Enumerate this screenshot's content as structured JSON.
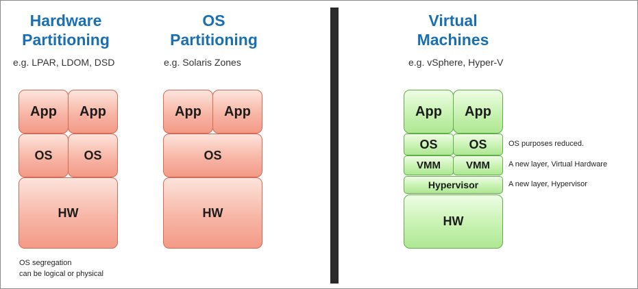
{
  "hardware": {
    "title_line1": "Hardware",
    "title_line2": "Partitioning",
    "subtitle": "e.g. LPAR, LDOM, DSD",
    "app_left": "App",
    "app_right": "App",
    "os_left": "OS",
    "os_right": "OS",
    "hw": "HW",
    "note_line1": "OS segregation",
    "note_line2": "can be logical or physical"
  },
  "os_part": {
    "title_line1": "OS",
    "title_line2": "Partitioning",
    "subtitle": "e.g. Solaris Zones",
    "app_left": "App",
    "app_right": "App",
    "os": "OS",
    "hw": "HW"
  },
  "vm": {
    "title_line1": "Virtual",
    "title_line2": "Machines",
    "subtitle": "e.g. vSphere, Hyper-V",
    "app_left": "App",
    "app_right": "App",
    "os_left": "OS",
    "os_right": "OS",
    "vmm_left": "VMM",
    "vmm_right": "VMM",
    "hypervisor": "Hypervisor",
    "hw": "HW",
    "note_os": "OS purposes reduced.",
    "note_vmm": "A new layer, Virtual Hardware",
    "note_hypervisor": "A new layer, Hypervisor"
  },
  "colors": {
    "title": "#1a6fb3",
    "red_fill": "#f7b6a6",
    "red_border": "#d26a55",
    "green_fill": "#c8f2b2",
    "green_border": "#5fae47",
    "divider": "#2b2b2b"
  }
}
